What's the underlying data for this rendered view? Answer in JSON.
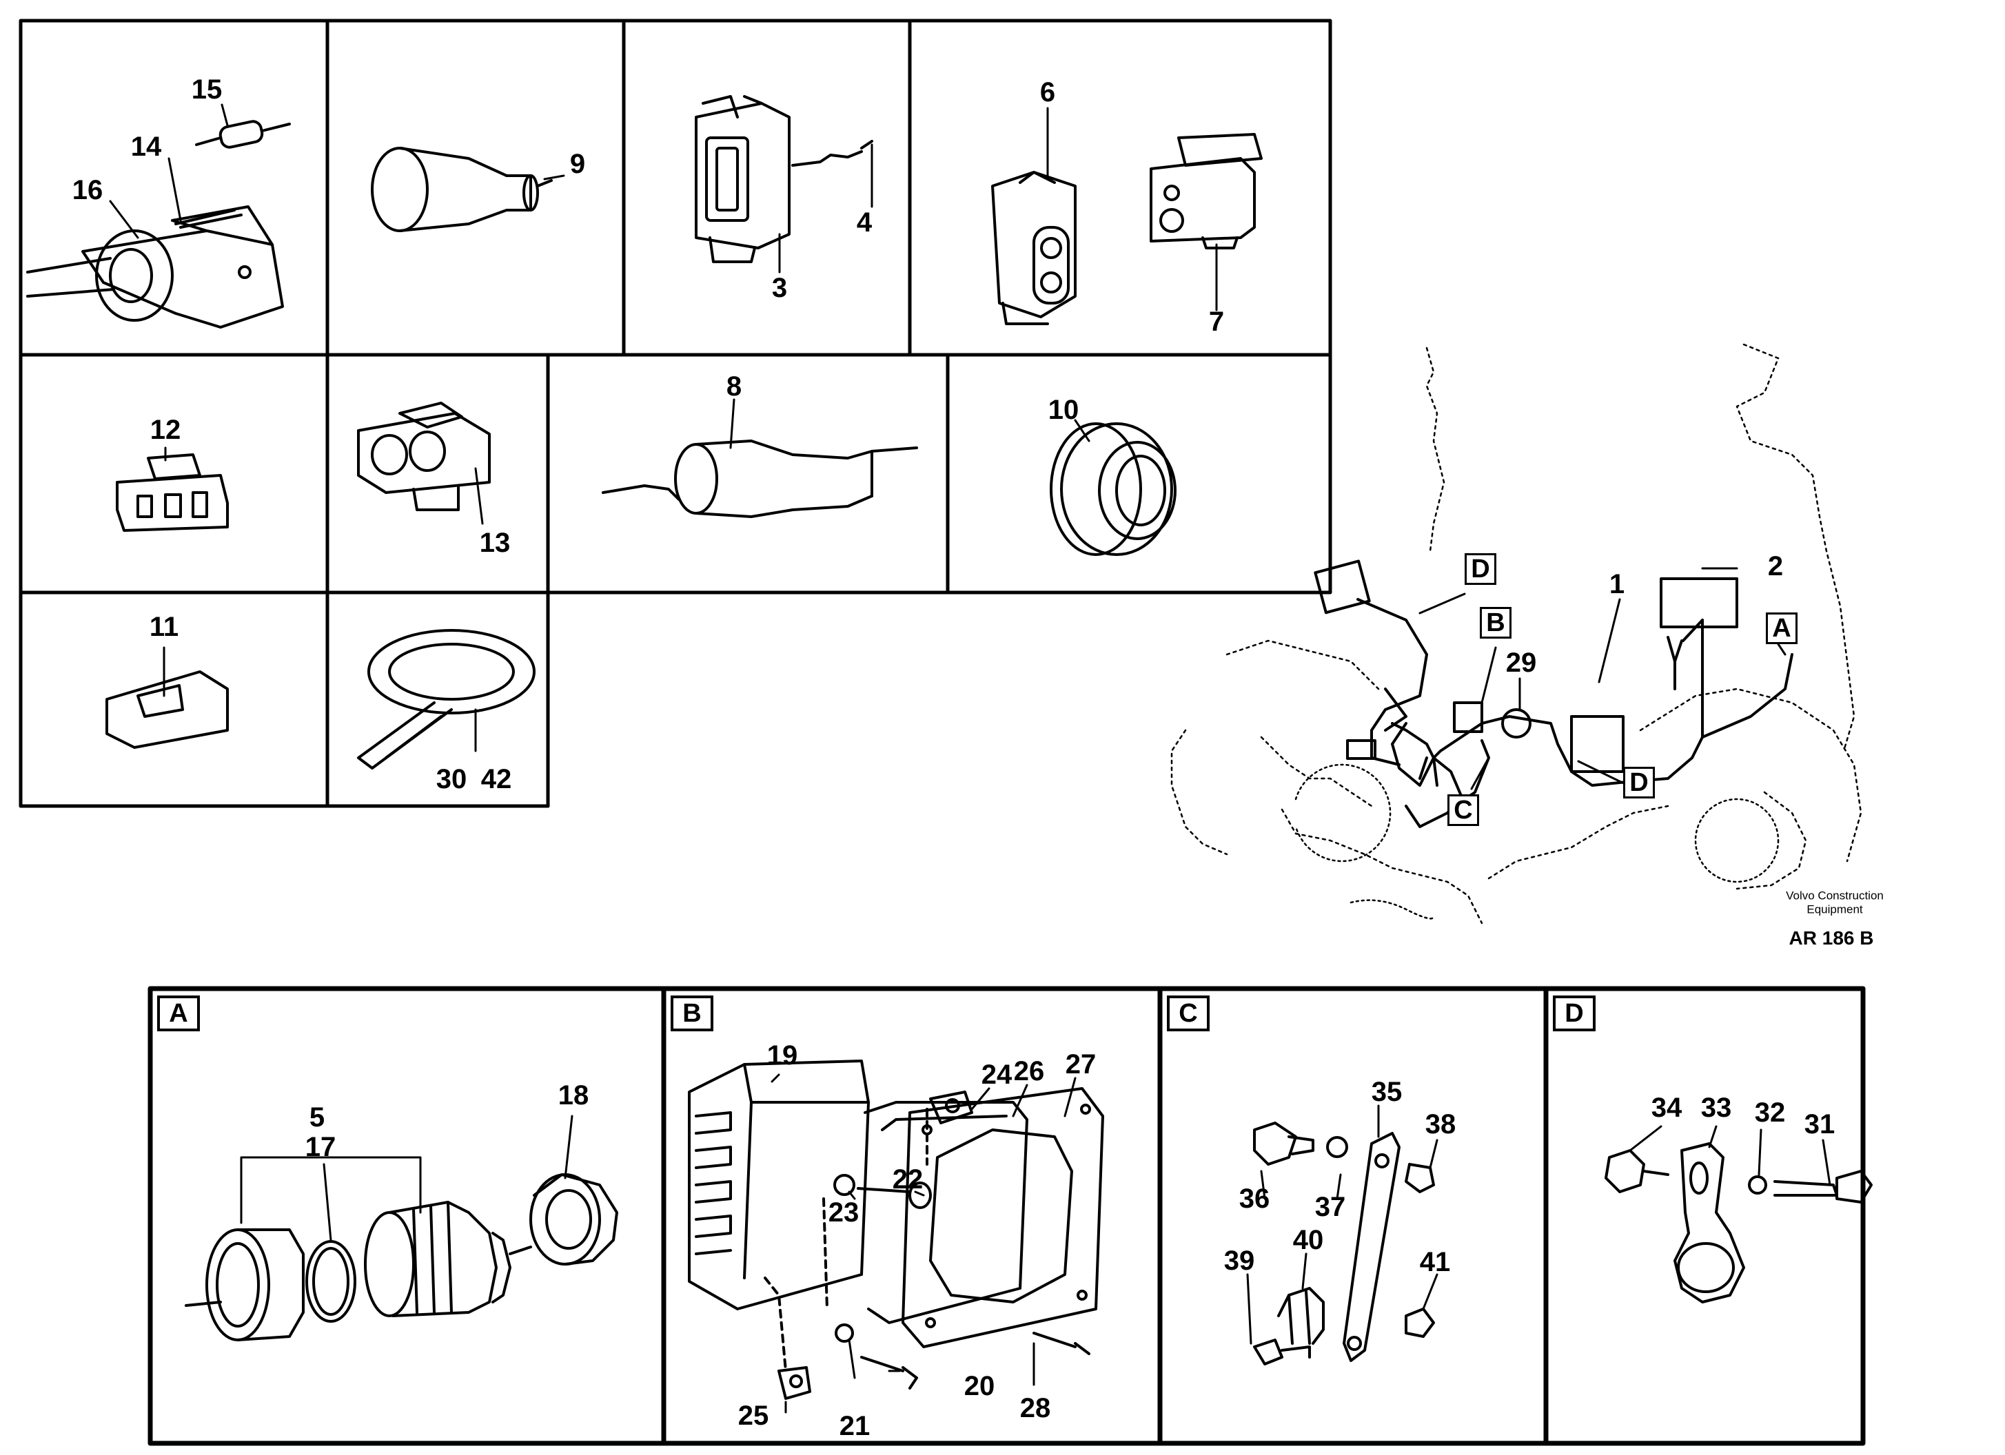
{
  "diagram": {
    "caption_company": "Volvo Construction Equipment",
    "caption_code": "AR 186 B",
    "callouts": [
      "1",
      "2",
      "3",
      "4",
      "5",
      "6",
      "7",
      "8",
      "9",
      "10",
      "11",
      "12",
      "13",
      "14",
      "15",
      "16",
      "17",
      "18",
      "19",
      "20",
      "21",
      "22",
      "23",
      "24",
      "25",
      "26",
      "27",
      "28",
      "29",
      "30",
      "31",
      "32",
      "33",
      "34",
      "35",
      "36",
      "37",
      "38",
      "39",
      "40",
      "41",
      "42"
    ],
    "ref_tags": {
      "A": "A",
      "B": "B",
      "C": "C",
      "D": "D"
    },
    "detail_sections": {
      "A": "A",
      "B": "B",
      "C": "C",
      "D": "D"
    }
  }
}
